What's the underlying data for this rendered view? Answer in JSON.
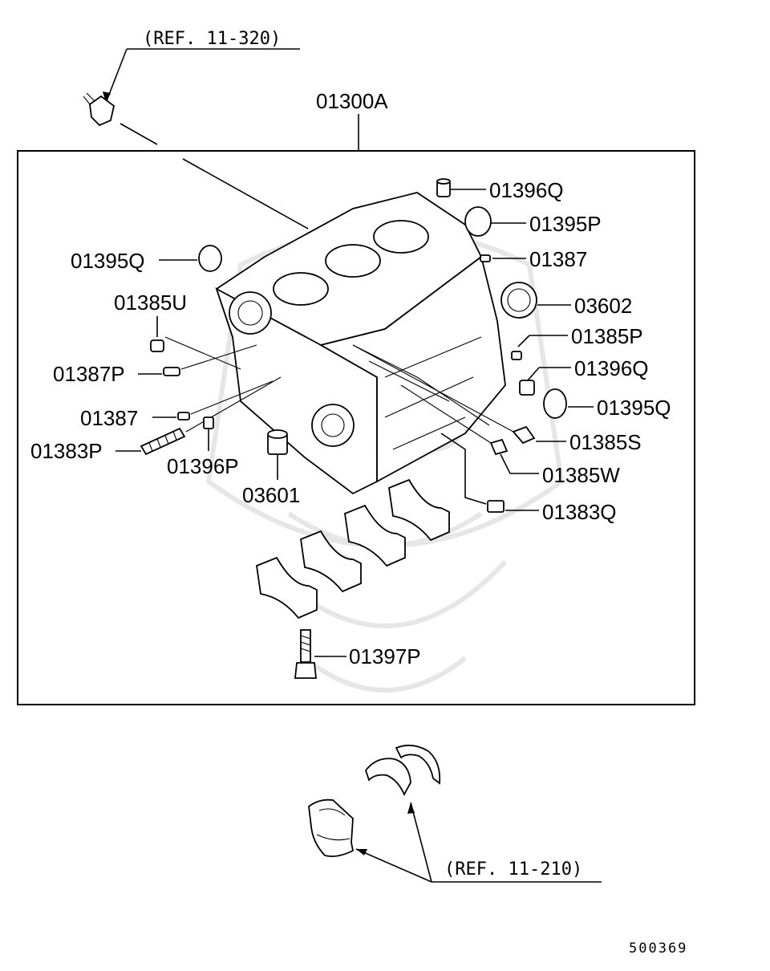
{
  "main_part": "01300A",
  "references": {
    "top": "(REF. 11-320)",
    "bottom": "(REF. 11-210)"
  },
  "parts": {
    "p01396Q_a": "01396Q",
    "p01395P": "01395P",
    "p01387_a": "01387",
    "p03602": "03602",
    "p01385P": "01385P",
    "p01396Q_b": "01396Q",
    "p01395Q_b": "01395Q",
    "p01385S": "01385S",
    "p01385W": "01385W",
    "p01383Q": "01383Q",
    "p01395Q_a": "01395Q",
    "p01385U": "01385U",
    "p01387P": "01387P",
    "p01387_b": "01387",
    "p01383P": "01383P",
    "p01396P": "01396P",
    "p03601": "03601",
    "p01397P": "01397P"
  },
  "diagram_code": "500369"
}
